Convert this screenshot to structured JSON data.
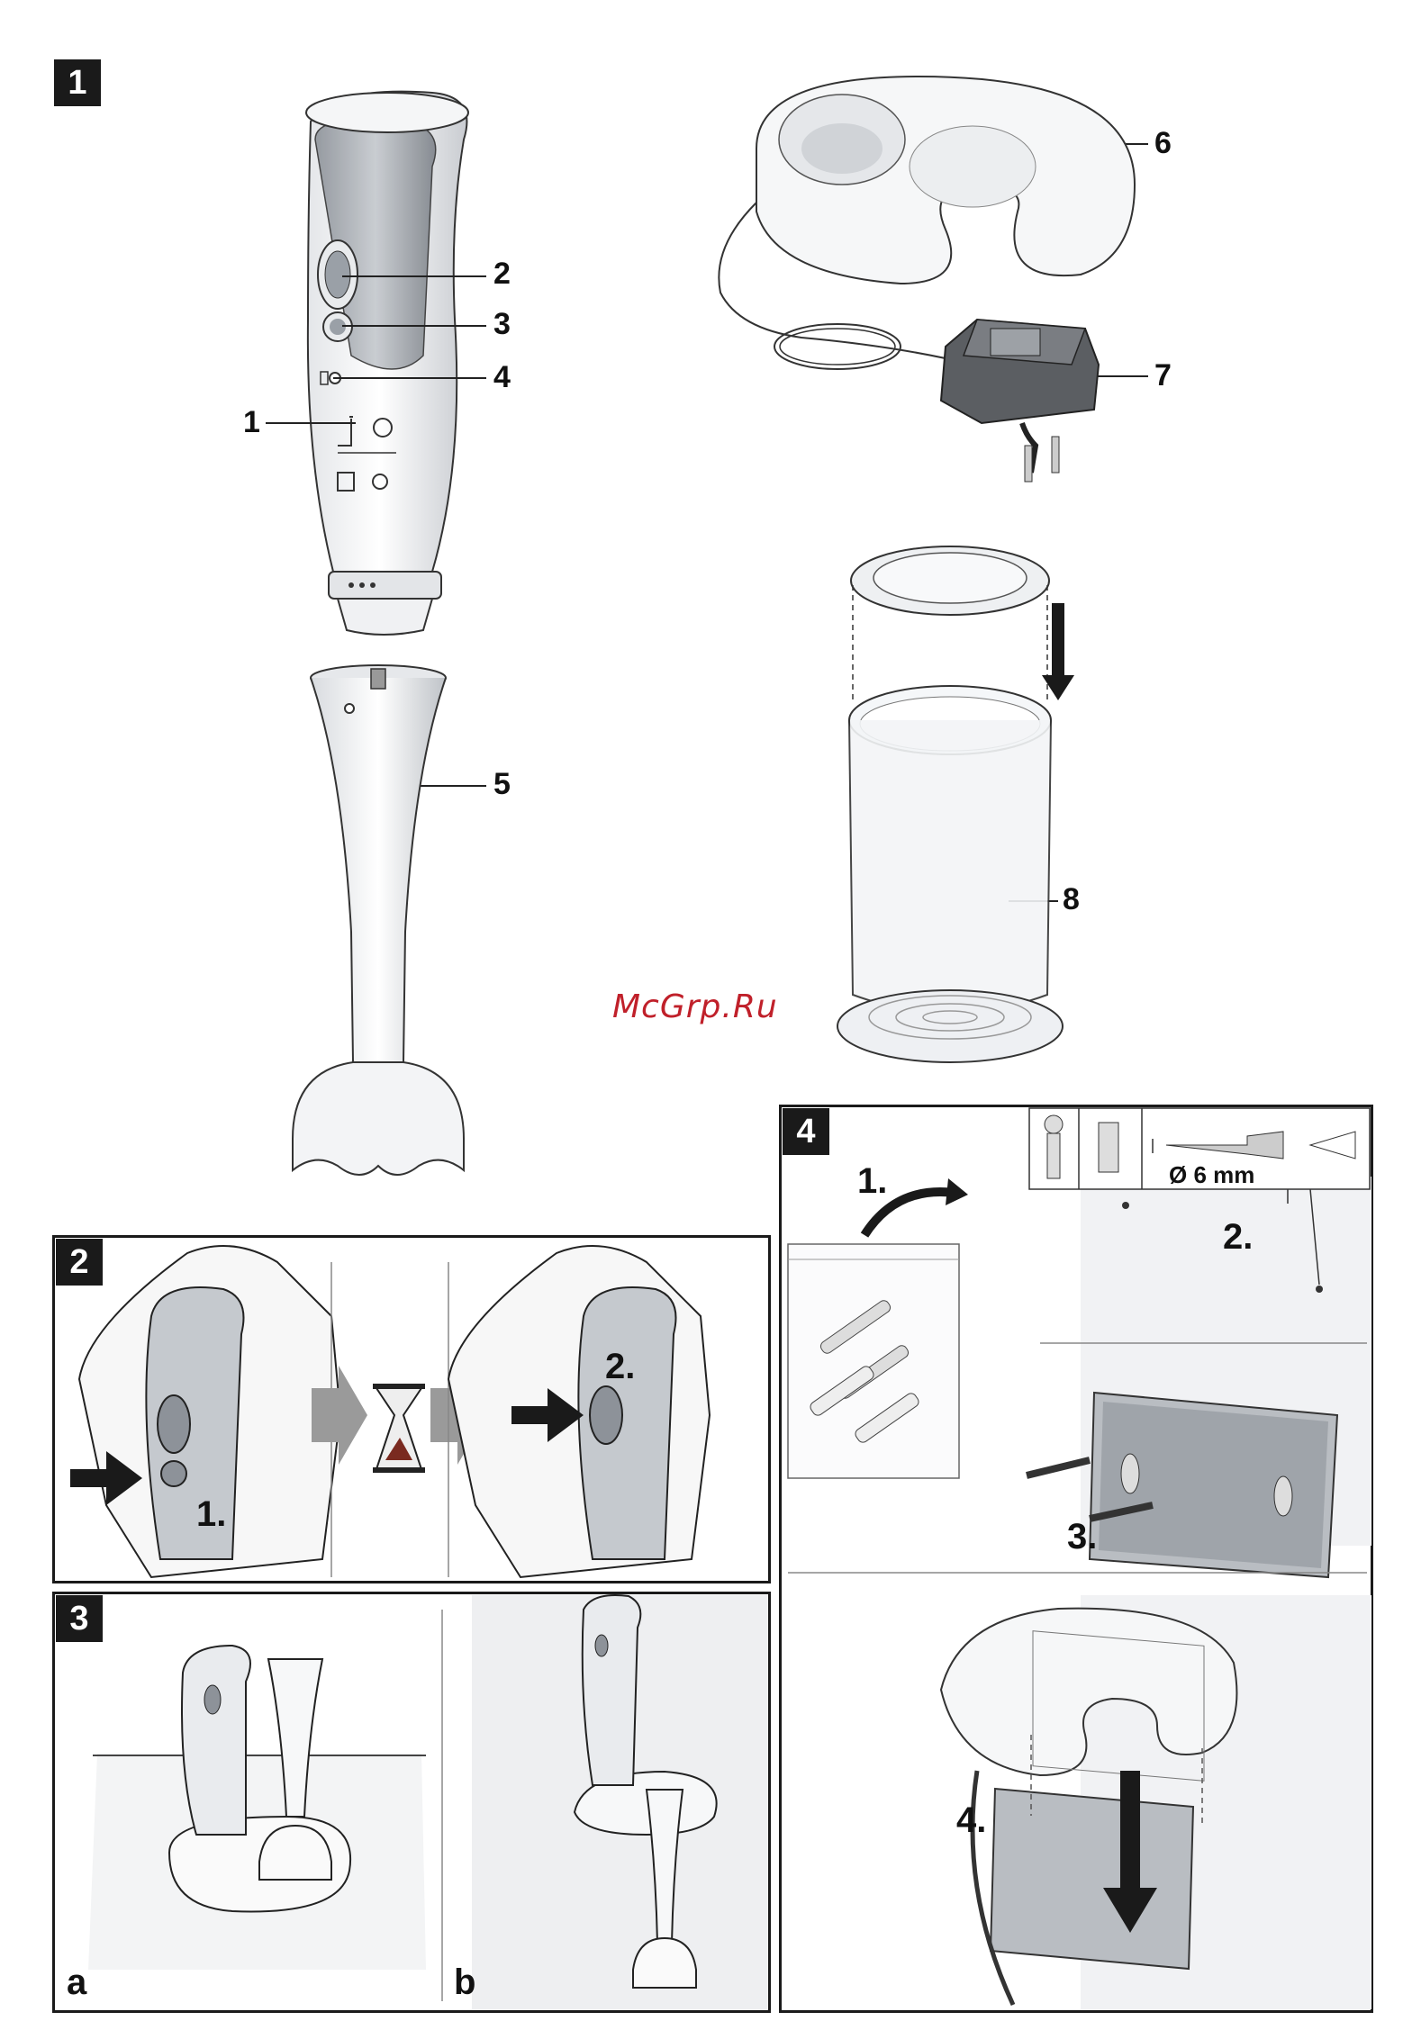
{
  "section_1": {
    "badge": "1",
    "callouts": [
      "1",
      "2",
      "3",
      "4",
      "5",
      "6",
      "7",
      "8"
    ]
  },
  "section_2": {
    "badge": "2",
    "step_1": "1.",
    "step_2": "2."
  },
  "section_3": {
    "badge": "3",
    "label_a": "a",
    "label_b": "b"
  },
  "section_4": {
    "badge": "4",
    "step_1": "1.",
    "step_2": "2.",
    "step_3": "3.",
    "step_4": "4.",
    "drill_size": "Ø 6 mm"
  },
  "watermark": "McGrp.Ru",
  "colors": {
    "panel_border": "#1a1a1a",
    "appliance_body": "#f2f3f5",
    "appliance_shade": "#b8bcc2",
    "arrow_dark": "#1a1a1a",
    "arrow_grey": "#9a9a9a",
    "watermark": "#c0202a"
  }
}
